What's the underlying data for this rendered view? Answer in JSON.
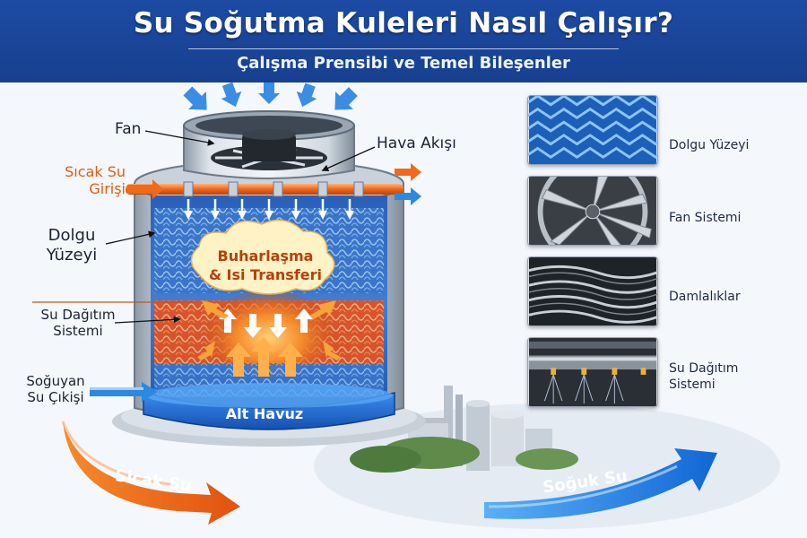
{
  "header": {
    "title": "Su Soğutma Kuleleri Nasıl Çalışır?",
    "subtitle": "Çalışma Prensibi ve Temel Bileşenler"
  },
  "diagram": {
    "labels": {
      "fan": "Fan",
      "air_flow": "Hava Akışı",
      "hot_water_inlet_line1": "Sıcak Su",
      "hot_water_inlet_line2": "Girişi",
      "fill_surface_line1": "Dolgu",
      "fill_surface_line2": "Yüzeyi",
      "distribution_line1": "Su Dağıtım",
      "distribution_line2": "Sistemi",
      "cooled_outlet_line1": "Soğuyan",
      "cooled_outlet_line2": "Su Çıkişi",
      "process_line1": "Buharlaşma",
      "process_line2": "& Isi Transferi",
      "basin": "Alt Havuz",
      "hot_banner": "Sicak Su",
      "cold_banner": "Soğuk Su"
    },
    "components": [
      {
        "label": "Dolgu Yüzeyi",
        "icon": "fill-mesh-icon"
      },
      {
        "label": "Fan Sistemi",
        "icon": "fan-blades-icon"
      },
      {
        "label": "Damlalıklar",
        "icon": "drift-eliminator-icon"
      },
      {
        "label_line1": "Su Dağıtım",
        "label_line2": "Sistemi",
        "icon": "spray-pipe-icon"
      }
    ]
  },
  "colors": {
    "header_blue": "#1b469c",
    "hot_orange": "#f06a1a",
    "cold_blue": "#1f7fe0",
    "label_orange": "#e25c12"
  }
}
